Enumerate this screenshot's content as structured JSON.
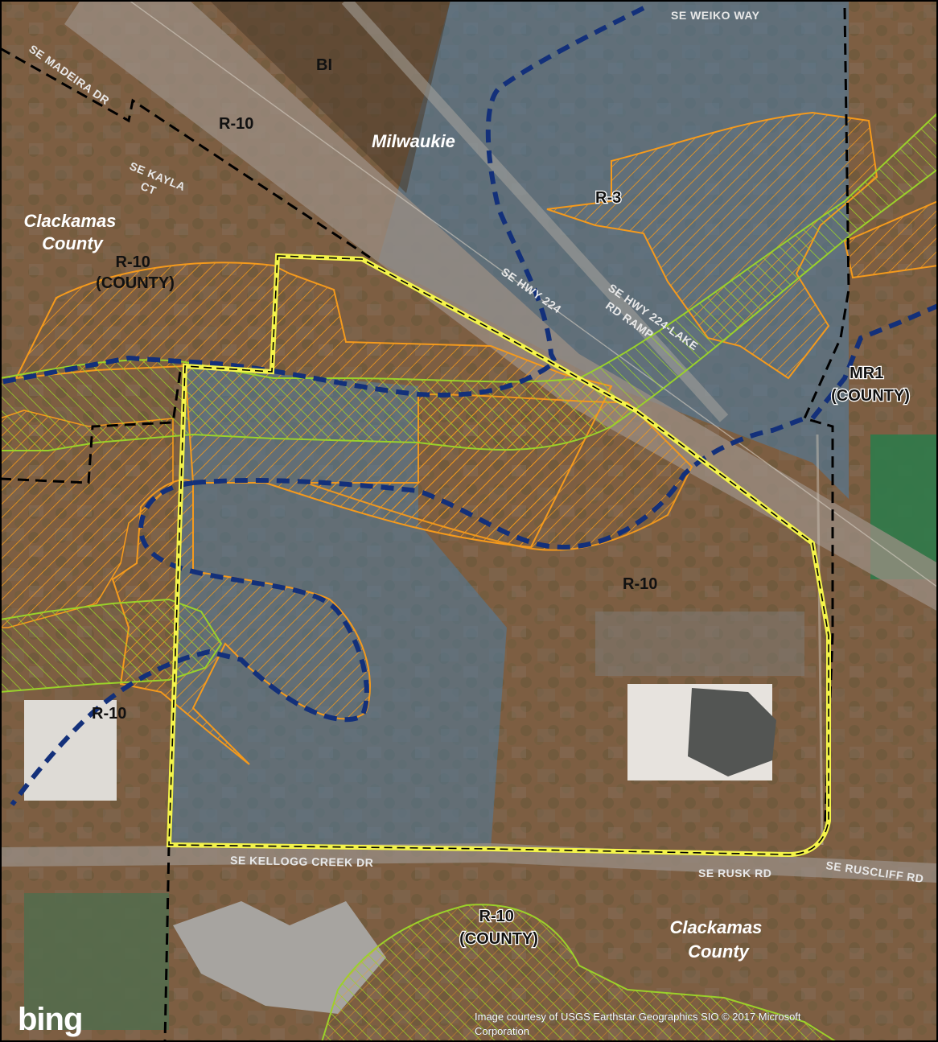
{
  "map": {
    "zones": [
      {
        "id": "bi",
        "label": "BI"
      },
      {
        "id": "r10-nw",
        "label": "R-10"
      },
      {
        "id": "r3",
        "label": "R-3"
      },
      {
        "id": "r10-county-west",
        "label": "R-10\n(COUNTY)"
      },
      {
        "id": "mr1-county",
        "label": "MR1\n(COUNTY)"
      },
      {
        "id": "r10-site",
        "label": "R-10"
      },
      {
        "id": "r10-sw",
        "label": "R-10"
      },
      {
        "id": "r10-county-south",
        "label": "R-10\n(COUNTY)"
      }
    ],
    "jurisdictions": [
      {
        "id": "milwaukie",
        "label": "Milwaukie"
      },
      {
        "id": "clackamas-west",
        "label": "Clackamas\nCounty"
      },
      {
        "id": "clackamas-south",
        "label": "Clackamas\nCounty"
      }
    ],
    "streets": [
      {
        "id": "se-madeira-dr",
        "label": "SE MADEIRA DR"
      },
      {
        "id": "se-kayla-ct",
        "label": "SE KAYLA\nCT"
      },
      {
        "id": "se-weiko-way",
        "label": "SE WEIKO WAY"
      },
      {
        "id": "se-hwy-224",
        "label": "SE HWY 224"
      },
      {
        "id": "se-hwy-224-lake-rd-ramp",
        "label": "SE HWY 224-LAKE\nRD RAMP"
      },
      {
        "id": "se-kellogg-creek-dr",
        "label": "SE KELLOGG CREEK DR"
      },
      {
        "id": "se-rusk-rd",
        "label": "SE RUSK RD"
      },
      {
        "id": "se-ruscliff-rd",
        "label": "SE RUSCLIFF RD"
      }
    ],
    "credit": "Image courtesy of USGS Earthstar Geographics SIO © 2017 Microsoft\nCorporation",
    "logo": "bing",
    "colors": {
      "site_boundary": "#f4f44a",
      "city_limit": "#000000",
      "floodplain_line": "#13307a",
      "hatch_orange": "#f59a1c",
      "hatch_green": "#9ad22a",
      "milwaukie_tint": "#4a7ea8",
      "county_tint": "#a0673f"
    }
  }
}
